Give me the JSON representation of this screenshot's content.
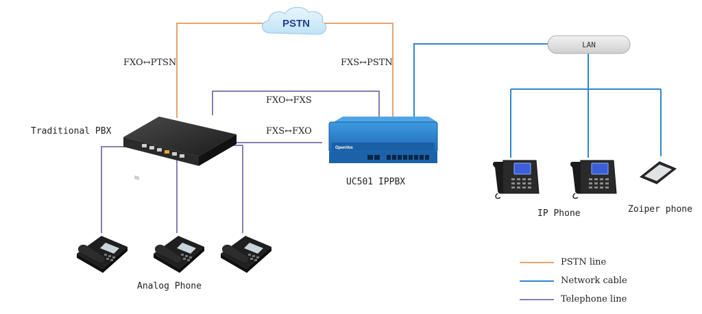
{
  "colors": {
    "pstn_line": "#e8a36a",
    "network_cable": "#2f86c8",
    "telephone_line": "#8a7cb0"
  },
  "cloud": {
    "label": "PSTN"
  },
  "lan": {
    "label": "LAN"
  },
  "links": {
    "fxo_ptsn": "FXO↔PTSN",
    "fxs_pstn": "FXS↔PSTN",
    "fxo_fxs": "FXO↔FXS",
    "fxs_fxo": "FXS↔FXO"
  },
  "devices": {
    "traditional_pbx": "Traditional PBX",
    "uc501": "UC501 IPPBX",
    "analog_phone": "Analog Phone",
    "ip_phone": "IP Phone",
    "zoiper_phone": "Zoiper phone",
    "pbx_logo": "OpenVox"
  },
  "legend": {
    "items": [
      {
        "label": "PSTN line",
        "color_key": "pstn_line"
      },
      {
        "label": "Network cable",
        "color_key": "network_cable"
      },
      {
        "label": "Telephone line",
        "color_key": "telephone_line"
      }
    ]
  }
}
